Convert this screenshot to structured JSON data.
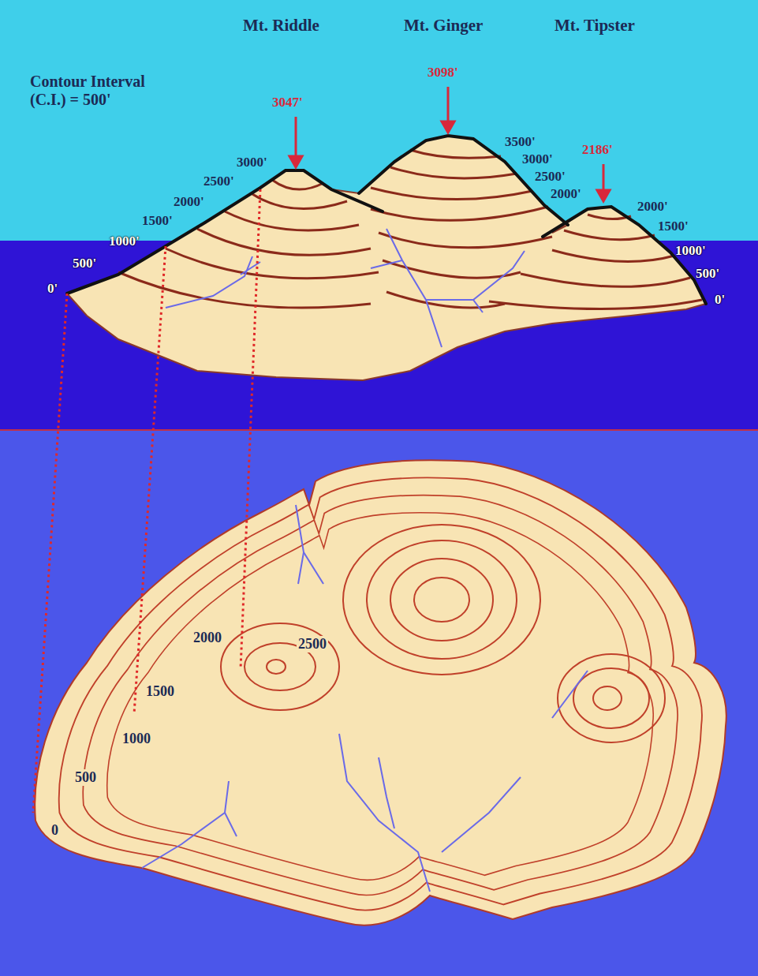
{
  "diagram": {
    "labels": [
      "Mt. Riddle",
      "Mt. Ginger",
      "Mt. Tipster",
      "Contour Interval (C.I.) = 500'",
      "3047'",
      "3098'",
      "2186'",
      "3000'",
      "2500'",
      "2000'",
      "1500'",
      "1000'",
      "500'",
      "0'",
      "3500'",
      "3000'",
      "2500'",
      "2000'",
      "2000'",
      "1500'",
      "1000'",
      "500'",
      "0'",
      "2000",
      "2500",
      "1500",
      "1000",
      "500",
      "0"
    ]
  }
}
